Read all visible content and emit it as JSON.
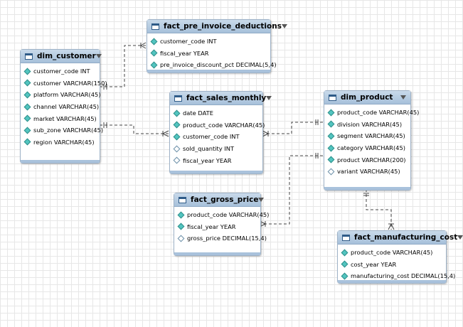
{
  "diagram": {
    "tables": [
      {
        "name": "dim_customer",
        "columns": [
          {
            "label": "customer_code INT",
            "marker": "filled"
          },
          {
            "label": "customer VARCHAR(150)",
            "marker": "filled"
          },
          {
            "label": "platform VARCHAR(45)",
            "marker": "filled"
          },
          {
            "label": "channel VARCHAR(45)",
            "marker": "filled"
          },
          {
            "label": "market VARCHAR(45)",
            "marker": "filled"
          },
          {
            "label": "sub_zone VARCHAR(45)",
            "marker": "filled"
          },
          {
            "label": "region VARCHAR(45)",
            "marker": "filled"
          }
        ]
      },
      {
        "name": "fact_pre_invoice_deductions",
        "columns": [
          {
            "label": "customer_code INT",
            "marker": "filled"
          },
          {
            "label": "fiscal_year YEAR",
            "marker": "filled"
          },
          {
            "label": "pre_invoice_discount_pct DECIMAL(5,4)",
            "marker": "filled"
          }
        ]
      },
      {
        "name": "fact_sales_monthly",
        "columns": [
          {
            "label": "date DATE",
            "marker": "filled"
          },
          {
            "label": "product_code VARCHAR(45)",
            "marker": "filled"
          },
          {
            "label": "customer_code INT",
            "marker": "filled"
          },
          {
            "label": "sold_quantity INT",
            "marker": "hollow"
          },
          {
            "label": "fiscal_year YEAR",
            "marker": "hollow"
          }
        ]
      },
      {
        "name": "dim_product",
        "columns": [
          {
            "label": "product_code VARCHAR(45)",
            "marker": "filled"
          },
          {
            "label": "division VARCHAR(45)",
            "marker": "filled"
          },
          {
            "label": "segment VARCHAR(45)",
            "marker": "filled"
          },
          {
            "label": "category VARCHAR(45)",
            "marker": "filled"
          },
          {
            "label": "product VARCHAR(200)",
            "marker": "filled"
          },
          {
            "label": "variant VARCHAR(45)",
            "marker": "hollow"
          }
        ]
      },
      {
        "name": "fact_gross_price",
        "columns": [
          {
            "label": "product_code VARCHAR(45)",
            "marker": "filled"
          },
          {
            "label": "fiscal_year YEAR",
            "marker": "filled"
          },
          {
            "label": "gross_price DECIMAL(15,4)",
            "marker": "hollow"
          }
        ]
      },
      {
        "name": "fact_manufacturing_cost",
        "columns": [
          {
            "label": "product_code VARCHAR(45)",
            "marker": "filled"
          },
          {
            "label": "cost_year YEAR",
            "marker": "filled"
          },
          {
            "label": "manufacturing_cost DECIMAL(15,4)",
            "marker": "filled"
          }
        ]
      }
    ],
    "colors": {
      "header": "#a6c0da",
      "pk_marker": "#52c5c0",
      "relationship_line": "#444444"
    }
  }
}
